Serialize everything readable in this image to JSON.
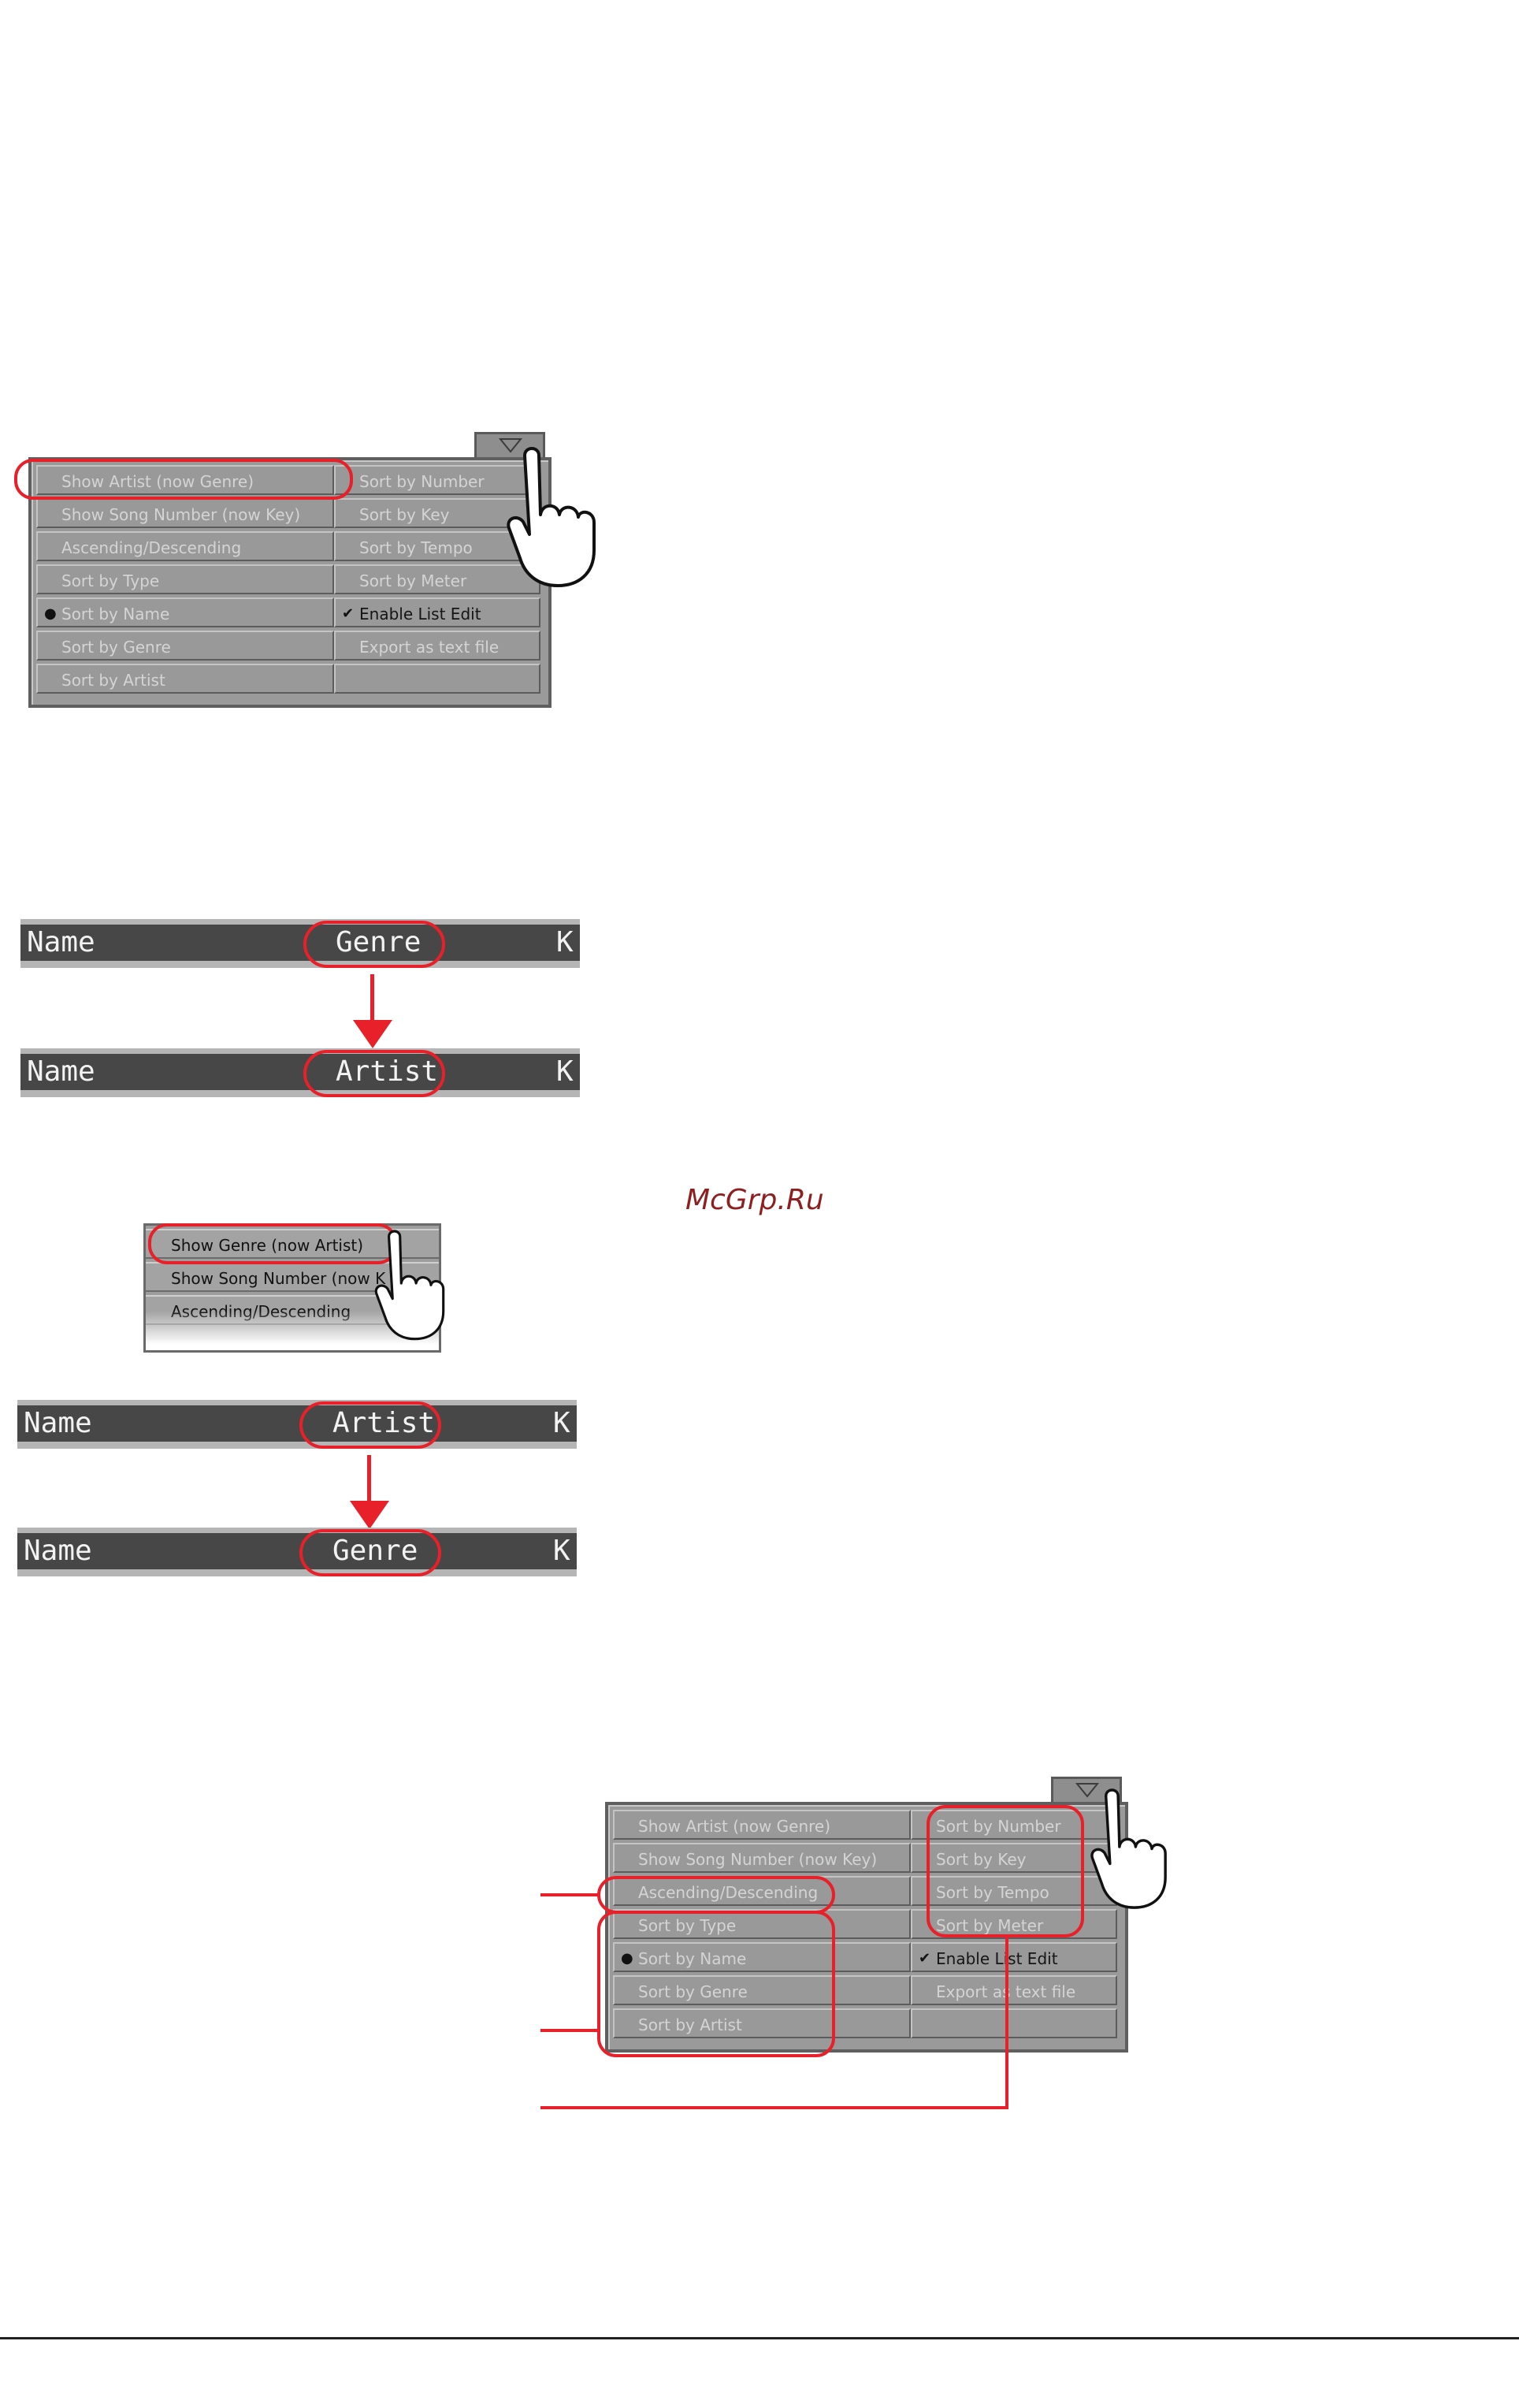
{
  "menu": {
    "left_items": [
      {
        "label": "Show Artist (now Genre)",
        "mark": ""
      },
      {
        "label": "Show Song Number (now Key)",
        "mark": ""
      },
      {
        "label": "Ascending/Descending",
        "mark": ""
      },
      {
        "label": "Sort by Type",
        "mark": ""
      },
      {
        "label": "Sort by Name",
        "mark": "●"
      },
      {
        "label": "Sort by Genre",
        "mark": ""
      },
      {
        "label": "Sort by Artist",
        "mark": ""
      }
    ],
    "right_items": [
      {
        "label": "Sort by Number",
        "mark": ""
      },
      {
        "label": "Sort by Key",
        "mark": ""
      },
      {
        "label": "Sort by Tempo",
        "mark": ""
      },
      {
        "label": "Sort by Meter",
        "mark": ""
      },
      {
        "label": "Enable List Edit",
        "mark": "✔"
      },
      {
        "label": "Export as text file",
        "mark": ""
      }
    ]
  },
  "headers": {
    "col_name": "Name",
    "col_right": "K",
    "before_1": "Genre",
    "after_1": "Artist",
    "before_2": "Artist",
    "after_2": "Genre"
  },
  "mini_menu": {
    "items": [
      "Show Genre (now Artist)",
      "Show Song Number (now K",
      "Ascending/Descending"
    ]
  },
  "watermark": "McGrp.Ru",
  "colors": {
    "annotation_red": "#e8202a",
    "menu_gray": "#999999",
    "header_dark": "#474747"
  }
}
